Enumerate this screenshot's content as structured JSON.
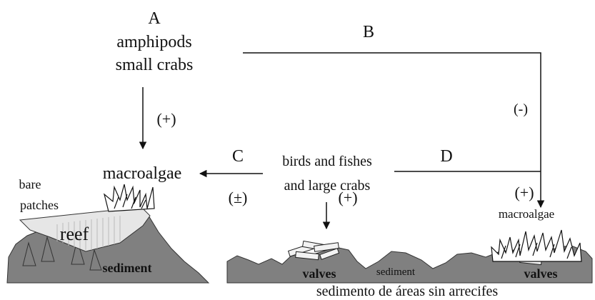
{
  "labels": {
    "a": "A",
    "b": "B",
    "c": "C",
    "d": "D",
    "amphipods": "amphipods",
    "small_crabs": "small crabs",
    "plus_a": "(+)",
    "minus_b": "(-)",
    "plus_minus_c": "(±)",
    "plus_d": "(+)",
    "plus_birds": "(+)",
    "macroalgae_left": "macroalgae",
    "macroalgae_right": "macroalgae",
    "birds_fishes": "birds and fishes",
    "large_crabs": "and large crabs",
    "bare": "bare",
    "patches": "patches",
    "reef": "reef",
    "sediment_left": "sediment",
    "sediment_right": "sediment",
    "valves_left": "valves",
    "valves_right": "valves",
    "caption": "sedimento de áreas sin arrecifes"
  },
  "colors": {
    "rock": "#808080",
    "reef": "#e6e6e6",
    "line": "#111111",
    "valve": "#f2f2f2"
  }
}
